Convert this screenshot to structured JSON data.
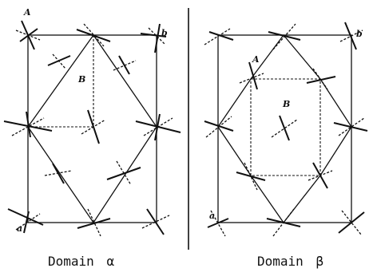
{
  "figure": {
    "domain_alpha": {
      "caption_word": "Domain",
      "caption_symbol": "α",
      "labels": {
        "A": "A",
        "B": "B",
        "b": "b",
        "a": "a"
      }
    },
    "domain_beta": {
      "caption_word": "Domain",
      "caption_symbol": "β",
      "labels": {
        "A": "A",
        "B": "B",
        "b": "b",
        "a": "a"
      }
    },
    "line_style": {
      "ink": "#111111",
      "solid": "molecule / lattice line",
      "dashed": "in-plane projection"
    }
  }
}
